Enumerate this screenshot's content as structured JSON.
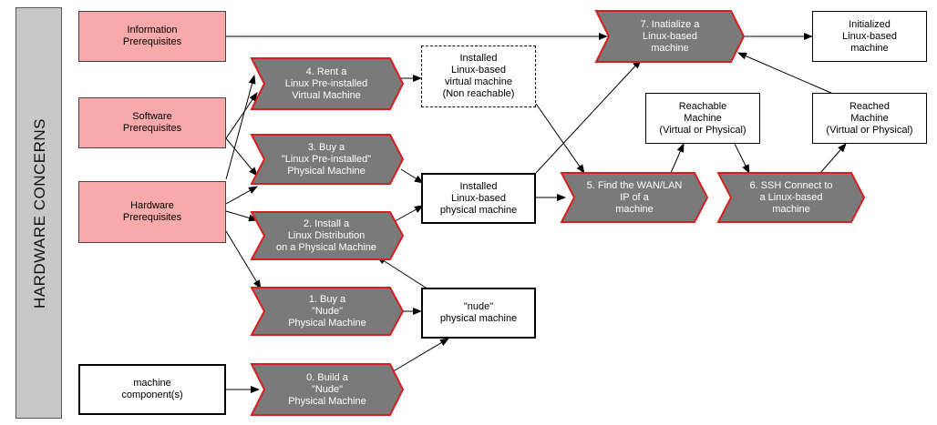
{
  "side_label": "HARDWARE CONCERNS",
  "prerequisites": {
    "information": "Information\nPrerequisites",
    "software": "Software\nPrerequisites",
    "hardware": "Hardware\nPrerequisites"
  },
  "machine_components": "machine\ncomponent(s)",
  "steps": {
    "s0": "0. Build a\n\"Nude\"\nPhysical Machine",
    "s1": "1. Buy a\n\"Nude\"\nPhysical Machine",
    "s2": "2. Install a\nLinux Distribution\non a Physical Machine",
    "s3": "3. Buy a\n\"Linux Pre-installed\"\nPhysical Machine",
    "s4": "4. Rent a\nLinux Pre-installed\nVirtual Machine",
    "s5": "5. Find the WAN/LAN\nIP of a\nmachine",
    "s6": "6. SSH Connect to\na Linux-based\nmachine",
    "s7": "7. Inatialize a\nLinux-based\nmachine"
  },
  "states": {
    "nude_machine": "\"nude\"\nphysical machine",
    "installed_physical": "Installed\nLinux-based\nphysical machine",
    "installed_virtual": "Installed\nLinux-based\nvirtual machine\n(Non reachable)",
    "reachable": "Reachable\nMachine\n(Virtual or Physical)",
    "reached": "Reached\nMachine\n(Virtual or Physical)",
    "initialized": "Initialized\nLinux-based\nmachine"
  },
  "colors": {
    "step_fill": "#7a7a7a",
    "step_border": "#d81e1e",
    "prerequisite_fill": "#f8a9a9",
    "side_bar_fill": "#c8c8c8"
  }
}
